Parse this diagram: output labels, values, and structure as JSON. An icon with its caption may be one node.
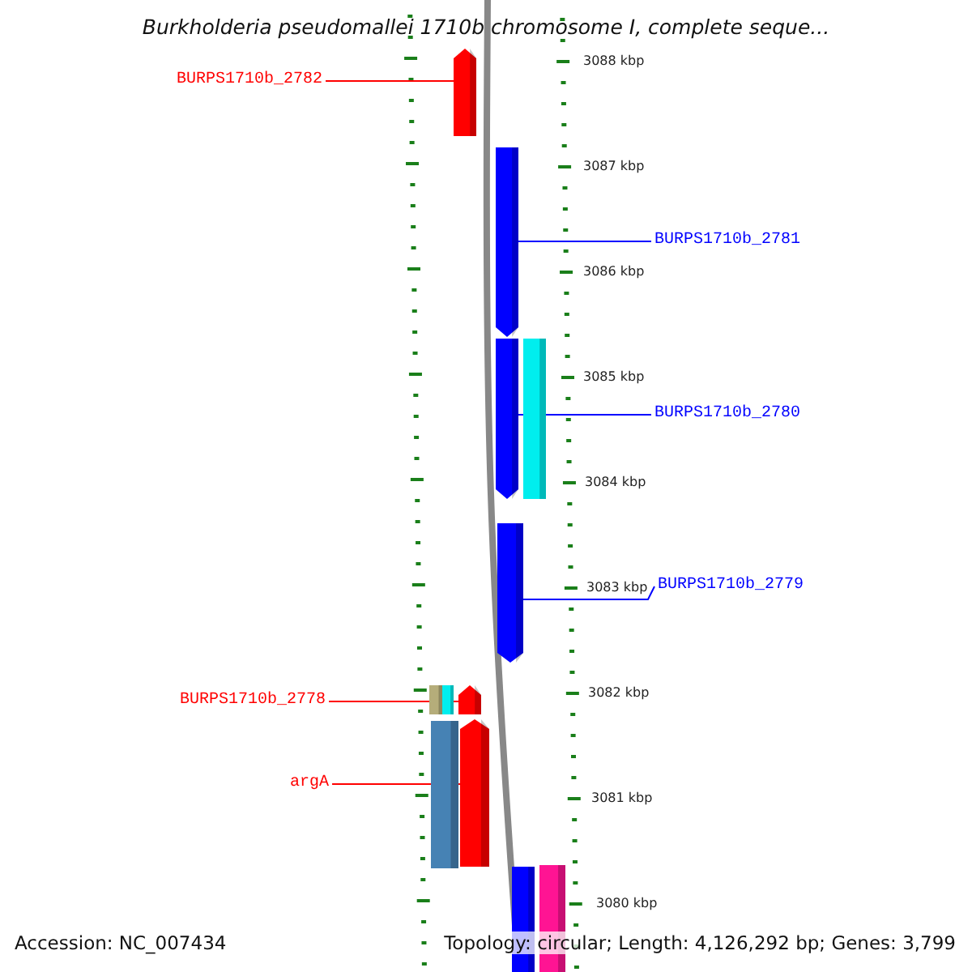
{
  "diagram": {
    "title": "Burkholderia pseudomallei 1710b chromosome I, complete seque...",
    "nodes": [
      {
        "text": [
          "BURPS1710b_2782"
        ]
      },
      {
        "text": [],
        "shape": "bar"
      },
      {
        "text": [],
        "shape": "bar"
      },
      {
        "text": [
          "BURPS1710b_2781"
        ]
      },
      {
        "text": [],
        "shape": "bar"
      },
      {
        "text": [],
        "shape": "bar"
      },
      {
        "text": [
          "BURPS1710b_2780"
        ]
      },
      {
        "text": [],
        "shape": "bar"
      },
      {
        "text": [
          "BURPS1710b_2779"
        ]
      },
      {
        "text": [
          "BURPS1710b_2778"
        ]
      },
      {
        "text": [],
        "shape": "bar"
      },
      {
        "text": [],
        "shape": "bar"
      },
      {
        "text": [],
        "shape": "bar"
      },
      {
        "text": [],
        "shape": "bar"
      },
      {
        "text": [],
        "shape": "bar"
      },
      {
        "text": [
          "argA"
        ]
      },
      {
        "text": [],
        "shape": "bar"
      },
      {
        "text": [],
        "shape": "bar"
      }
    ],
    "edges": [
      {
        "from": 0,
        "to": 1,
        "arrow": "none",
        "color": "#ff0000"
      },
      {
        "from": 3,
        "to": 2,
        "arrow": "none",
        "color": "#0000ff"
      },
      {
        "from": 6,
        "to": 4,
        "arrow": "none",
        "color": "#0000ff"
      },
      {
        "from": 8,
        "to": 7,
        "arrow": "none",
        "color": "#0000ff"
      },
      {
        "from": 9,
        "to": 12,
        "arrow": "none",
        "color": "#ff0000"
      },
      {
        "from": 15,
        "to": 14,
        "arrow": "none",
        "color": "#ff0000"
      }
    ],
    "labels": [
      "3088 kbp",
      "3087 kbp",
      "3086 kbp",
      "3085 kbp",
      "3084 kbp",
      "3083 kbp",
      "3082 kbp",
      "3081 kbp",
      "3080 kbp",
      "Accession: NC_007434",
      "Topology: circular; Length: 4,126,292 bp; Genes: 3,799"
    ]
  }
}
